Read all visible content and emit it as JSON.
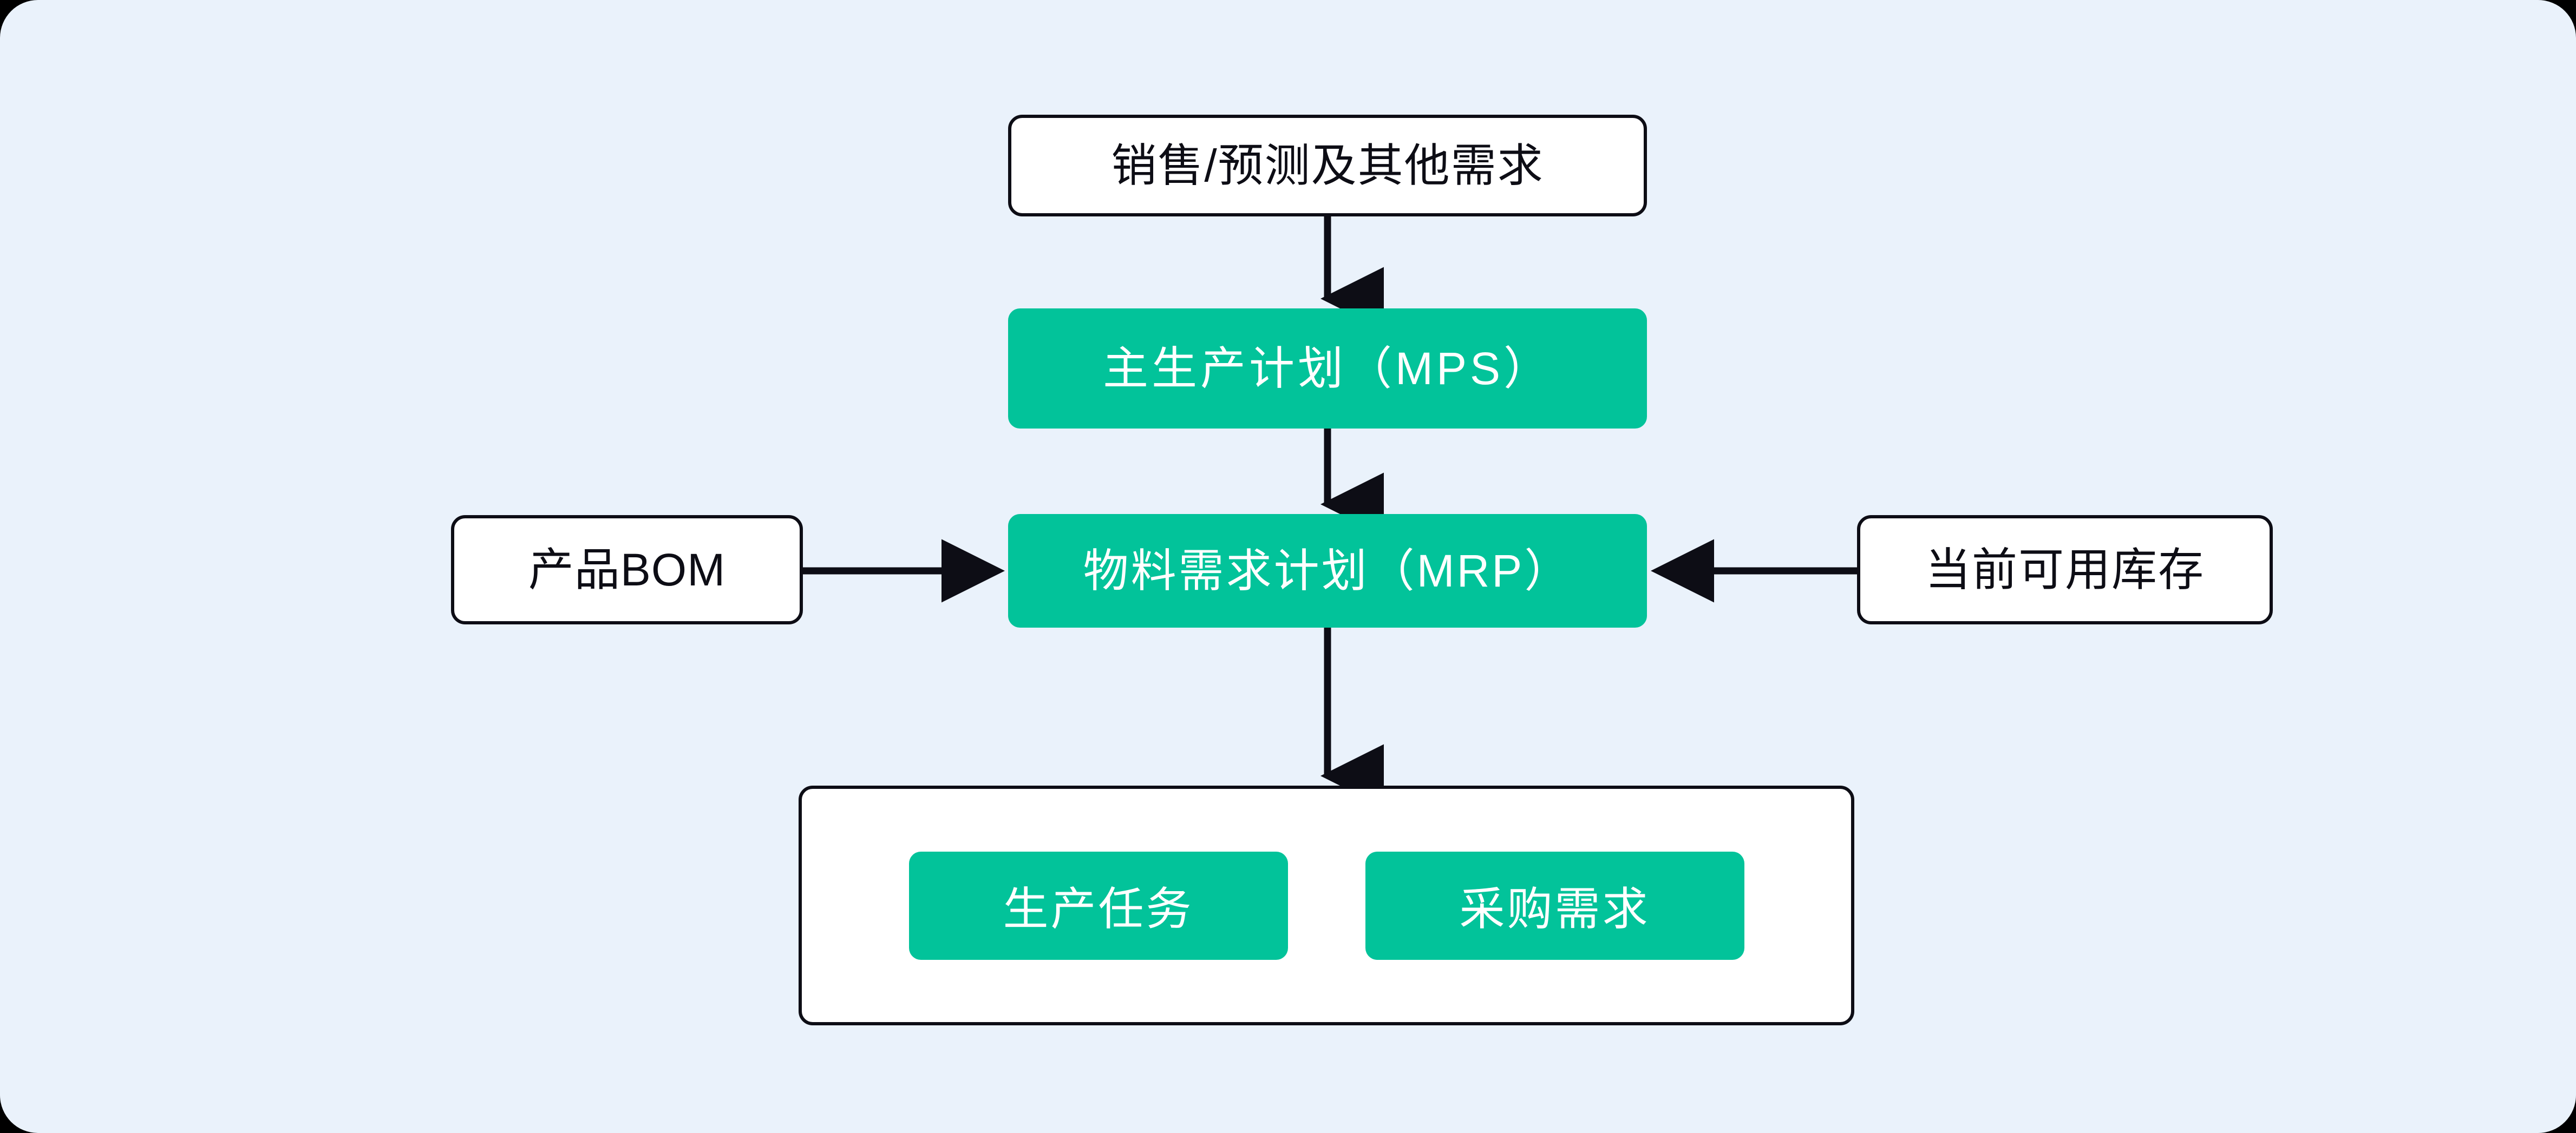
{
  "diagram": {
    "title_present": false,
    "background_color": "#eaf2fb",
    "accent_color": "#02c39a",
    "line_color": "#0d0d15",
    "white_node_fill": "#ffffff",
    "nodes": {
      "demand": {
        "label": "销售/预测及其他需求",
        "style": "white-box"
      },
      "mps": {
        "label": "主生产计划（MPS）",
        "style": "green-box"
      },
      "mrp": {
        "label": "物料需求计划（MRP）",
        "style": "green-box"
      },
      "bom": {
        "label": "产品BOM",
        "style": "white-box"
      },
      "stock": {
        "label": "当前可用库存",
        "style": "white-box"
      },
      "outputs": {
        "style": "white-container",
        "chips": [
          {
            "label": "生产任务",
            "style": "green-chip"
          },
          {
            "label": "采购需求",
            "style": "green-chip"
          }
        ]
      }
    },
    "edges": [
      {
        "from": "demand",
        "to": "mps",
        "direction": "down",
        "arrowhead": "solid-triangle"
      },
      {
        "from": "mps",
        "to": "mrp",
        "direction": "down",
        "arrowhead": "solid-triangle"
      },
      {
        "from": "bom",
        "to": "mrp",
        "direction": "right",
        "arrowhead": "solid-triangle"
      },
      {
        "from": "stock",
        "to": "mrp",
        "direction": "left",
        "arrowhead": "solid-triangle"
      },
      {
        "from": "mrp",
        "to": "outputs",
        "direction": "down",
        "arrowhead": "solid-triangle"
      }
    ]
  }
}
